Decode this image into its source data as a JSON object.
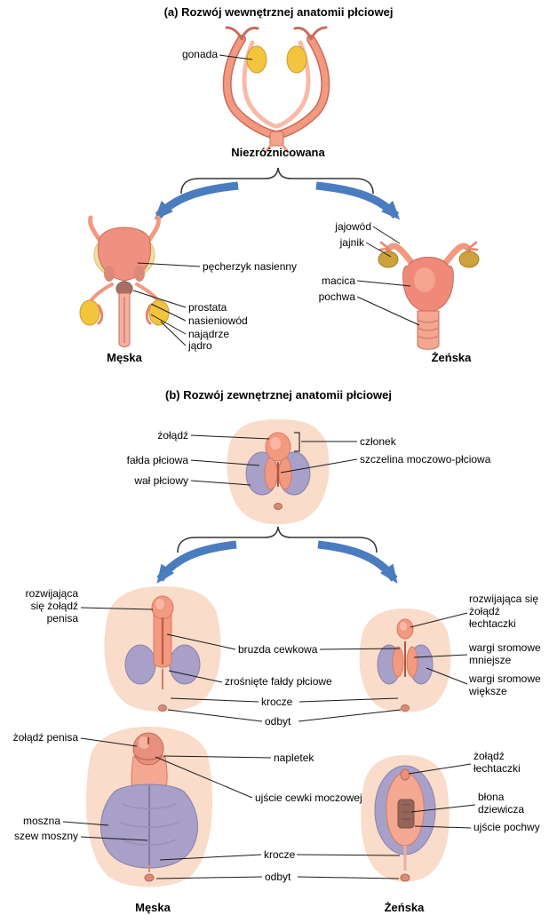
{
  "panel_a": {
    "title": "(a) Rozwój wewnętrznej anatomii płciowej",
    "undifferentiated_caption": "Niezróżnicowana",
    "labels": {
      "gonada": "gonada",
      "pecherzyk_nasienny": "pęcherzyk nasienny",
      "prostata": "prostata",
      "nasieniowod": "nasieniowód",
      "najadrze": "najądrze",
      "jadro": "jądro",
      "jajowod": "jajowód",
      "jajnik": "jajnik",
      "macica": "macica",
      "pochwa": "pochwa"
    },
    "male_caption": "Męska",
    "female_caption": "Żeńska"
  },
  "panel_b": {
    "title": "(b) Rozwój zewnętrznej anatomii płciowej",
    "top": {
      "zoladz": "żołądź",
      "falda_plciowa": "fałda płciowa",
      "wal_plciowy": "wał płciowy",
      "czlonek": "członek",
      "szczelina": "szczelina moczowo-płciowa"
    },
    "middle": {
      "rozwijajaca_zoladz_penisa": "rozwijająca\nsię żołądź\npenisa",
      "bruzda_cewkowa": "bruzda cewkowa",
      "zrosniete_faldy": "zrośnięte fałdy płciowe",
      "krocze": "krocze",
      "odbyt": "odbyt",
      "rozwijajaca_zoladz_lechtaczki": "rozwijająca się\nżołądź\nłechtaczki",
      "wargi_mniejsze": "wargi sromowe\nmniejsze",
      "wargi_wieksze": "wargi sromowe\nwiększe"
    },
    "bottom": {
      "zoladz_penisa": "żołądź penisa",
      "napletek": "napletek",
      "ujscie_cewki": "ujście cewki moczowej",
      "moszna": "moszna",
      "szew_moszny": "szew moszny",
      "krocze": "krocze",
      "odbyt": "odbyt",
      "zoladz_lechtaczki": "żołądź\nłechtaczki",
      "blona_dziewicza": "błona\ndziewicza",
      "ujscie_pochwy": "ujście pochwy"
    },
    "male_caption": "Męska",
    "female_caption": "Żeńska"
  },
  "colors": {
    "skin_light": "#fadcca",
    "skin_pink": "#f2997f",
    "skin_dark_stroke": "#c96a5a",
    "gonad_yellow": "#f2c53d",
    "ovary_brown": "#cfa13d",
    "swelling_purple": "#a8a0c8",
    "arrow_blue": "#4a7cc0",
    "line_black": "#1a1a1a"
  }
}
